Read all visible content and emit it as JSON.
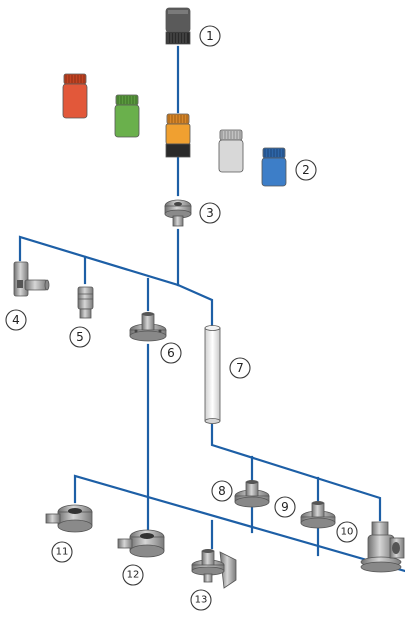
{
  "callouts": [
    {
      "id": "1",
      "label": "1"
    },
    {
      "id": "2",
      "label": "2"
    },
    {
      "id": "3",
      "label": "3"
    },
    {
      "id": "4",
      "label": "4"
    },
    {
      "id": "5",
      "label": "5"
    },
    {
      "id": "6",
      "label": "6"
    },
    {
      "id": "7",
      "label": "7"
    },
    {
      "id": "8",
      "label": "8"
    },
    {
      "id": "9",
      "label": "9"
    },
    {
      "id": "10",
      "label": "10"
    },
    {
      "id": "11",
      "label": "11"
    },
    {
      "id": "12",
      "label": "12"
    },
    {
      "id": "13",
      "label": "13"
    }
  ],
  "cap_colors": {
    "black": "#555555",
    "red": "#e2583a",
    "green": "#6ab04c",
    "orange": "#f0a030",
    "grey": "#d8d8d8",
    "blue": "#3d7ec8"
  },
  "line_color": "#1d5fa6"
}
